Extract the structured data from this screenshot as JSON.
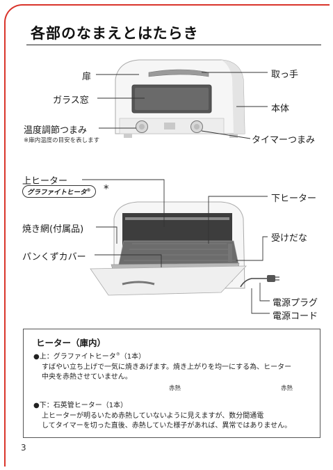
{
  "page": {
    "title": "各部のなまえとはたらき",
    "page_number": "3"
  },
  "top_labels": {
    "door": "扉",
    "glass_window": "ガラス窓",
    "temp_knob": "温度調節つまみ",
    "temp_knob_note": "※庫内温度の目安を表します",
    "handle": "取っ手",
    "body": "本体",
    "timer_knob": "タイマーつまみ"
  },
  "bottom_labels": {
    "upper_heater": "上ヒーター",
    "graphite_heater": "グラファイトヒータ",
    "registered_mark": "®",
    "asterisk": "*",
    "grill_rack": "焼き網(付属品)",
    "crumb_cover": "パンくずカバー",
    "lower_heater": "下ヒーター",
    "tray": "受けだな",
    "power_plug": "電源プラグ",
    "power_cord": "電源コード"
  },
  "heater_box": {
    "heading": "ヒーター（庫内）",
    "upper_title_a": "●上：グラファイトヒータ",
    "upper_title_reg": "®",
    "upper_title_b": "（1本）",
    "upper_desc_1": "すばやい立ち上げで一気に焼きあげます。焼き上がりを均一にする為、ヒーター",
    "upper_desc_2": "中央を赤熱させていません。",
    "heat_left": "赤熱",
    "heat_right": "赤熱",
    "lower_title": "●下：石英管ヒーター（1本）",
    "lower_desc_1": "上ヒーターが明るいため赤熱していないように見えますが、数分間通電",
    "lower_desc_2": "してタイマーを切った直後、赤熱していた様子があれば、異常ではありません。"
  },
  "colors": {
    "frame_accent": "#d9342b"
  }
}
